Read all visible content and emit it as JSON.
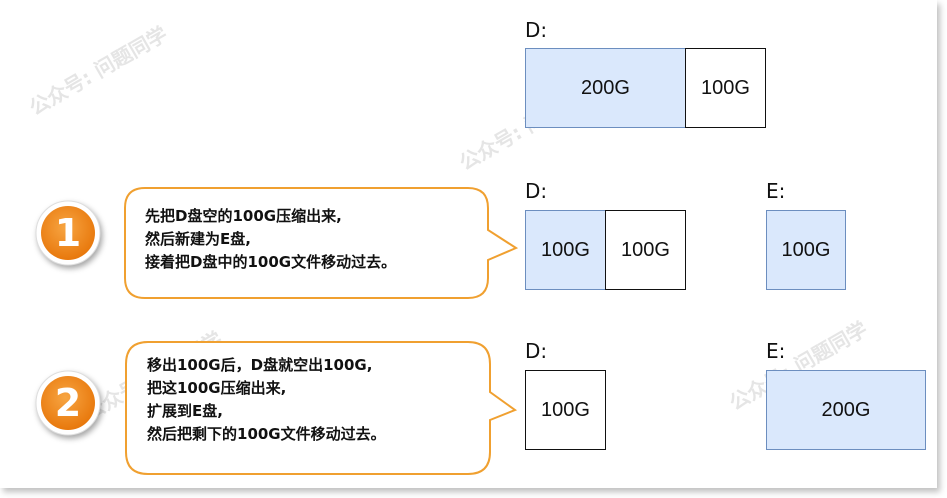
{
  "step1": {
    "number": "1",
    "text": "先把D盘空的100G压缩出来,\n然后新建为E盘,\n接着把D盘中的100G文件移动过去。"
  },
  "step2": {
    "number": "2",
    "text": "移出100G后，D盘就空出100G,\n把这100G压缩出来,\n扩展到E盘,\n然后把剩下的100G文件移动过去。"
  },
  "top": {
    "d_label": "D:",
    "d_used": "200G",
    "d_free": "100G"
  },
  "row1": {
    "d_label": "D:",
    "d_used": "100G",
    "d_free": "100G",
    "e_label": "E:",
    "e_size": "100G"
  },
  "row2": {
    "d_label": "D:",
    "d_size": "100G",
    "e_label": "E:",
    "e_size": "200G"
  },
  "watermark": "公众号: 问题同学",
  "colors": {
    "filled": "#dae8fc",
    "filled_border": "#6c8ebf",
    "callout_border": "#f0a030",
    "badge": "#f08a1c"
  }
}
